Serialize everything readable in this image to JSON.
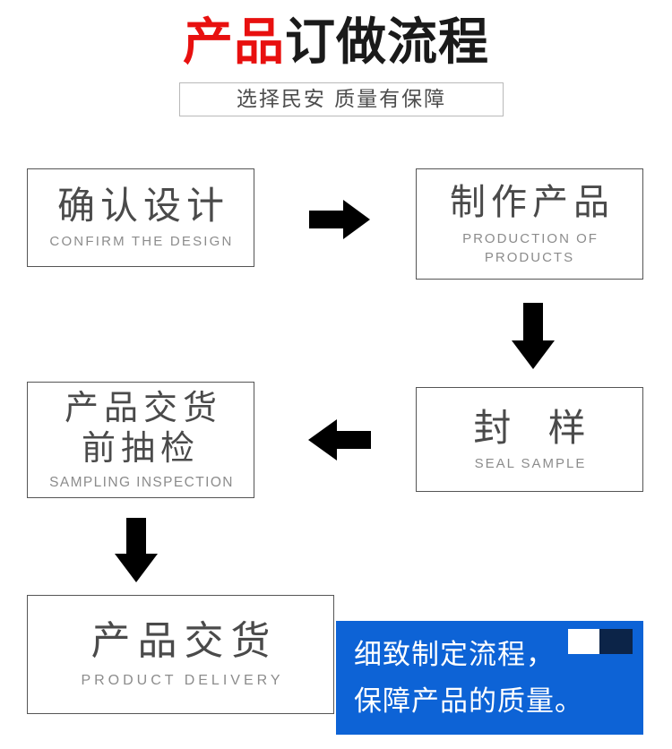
{
  "header": {
    "title_red": "产品",
    "title_dark": "订做流程",
    "subtitle": "选择民安 质量有保障"
  },
  "flow": {
    "steps": [
      {
        "id": "confirm-design",
        "cn": "确认设计",
        "en": "CONFIRM THE DESIGN"
      },
      {
        "id": "production",
        "cn": "制作产品",
        "en": "PRODUCTION OF PRODUCTS"
      },
      {
        "id": "seal-sample",
        "cn": "封 样",
        "en": "SEAL SAMPLE"
      },
      {
        "id": "sampling-inspection",
        "cn": "产品交货\n前抽检",
        "en": "SAMPLING INSPECTION"
      },
      {
        "id": "product-delivery",
        "cn": "产品交货",
        "en": "PRODUCT DELIVERY"
      }
    ],
    "connectors": [
      {
        "id": "arrow-right-1",
        "direction": "right"
      },
      {
        "id": "arrow-down-1",
        "direction": "down"
      },
      {
        "id": "arrow-left-1",
        "direction": "left"
      },
      {
        "id": "arrow-down-2",
        "direction": "down"
      }
    ]
  },
  "promo": {
    "text": "细致制定流程，\n保障产品的质量。"
  },
  "colors": {
    "title_red": "#e8100f",
    "title_dark": "#1a1a1a",
    "box_border": "#555555",
    "step_cn": "#4a4a4a",
    "step_en": "#8c8c8c",
    "promo_blue": "#0d63d6",
    "promo_square_white": "#ffffff",
    "promo_square_navy": "#0c2448",
    "arrow_black": "#000000"
  }
}
